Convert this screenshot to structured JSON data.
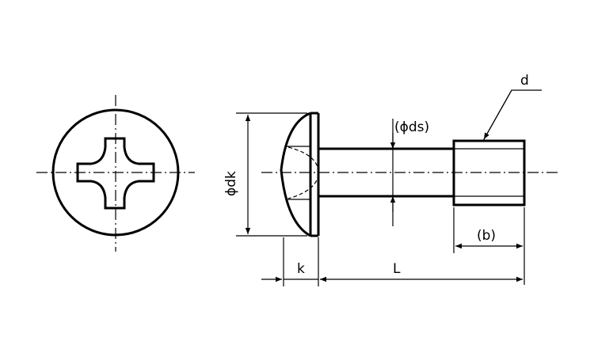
{
  "labels": {
    "thread_diameter": "d",
    "shank_diameter": "(ϕds)",
    "head_diameter": "ϕdk",
    "thread_length": "(b)",
    "head_height": "k",
    "length": "L"
  },
  "colors": {
    "line": "#000000",
    "background": "#ffffff"
  }
}
